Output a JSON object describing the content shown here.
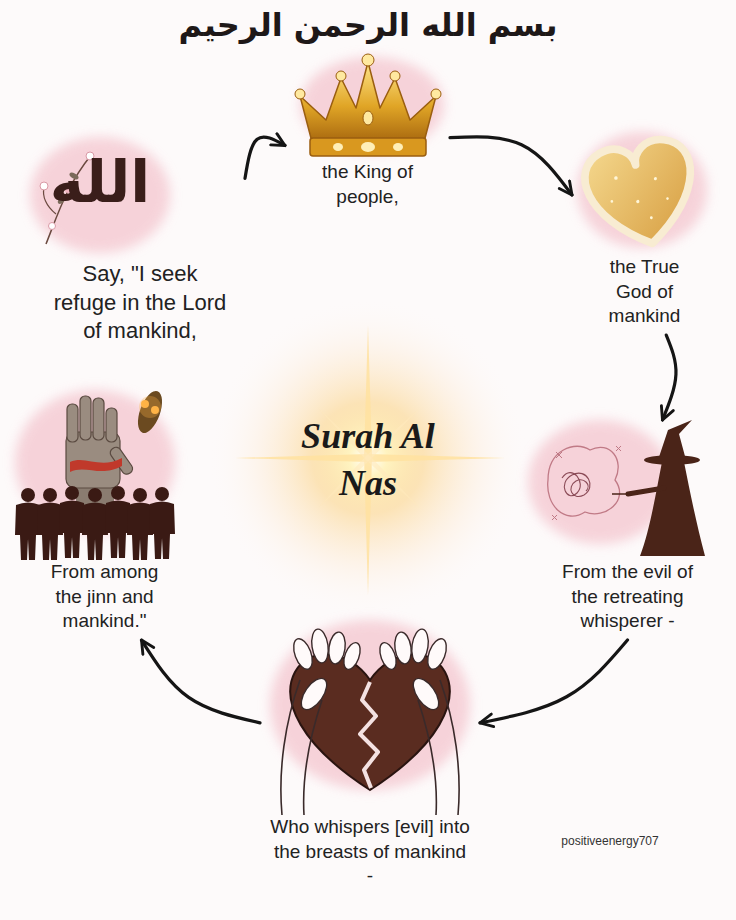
{
  "diagram": {
    "title": "Surah Al Nas",
    "nodes": [
      {
        "text": [
          "Say, \"I seek refuge in the Lord of mankind,"
        ]
      },
      {
        "text": [
          "the King of people,"
        ]
      },
      {
        "text": [
          "the True God of mankind"
        ]
      },
      {
        "text": [
          "From the evil of the retreating whisperer -"
        ]
      },
      {
        "text": [
          "Who whispers [evil] into the breasts of mankind -"
        ]
      },
      {
        "text": [
          "From among the jinn and mankind.\""
        ]
      }
    ],
    "edges": [
      {
        "from": 0,
        "to": 1,
        "arrow": "to"
      },
      {
        "from": 1,
        "to": 2,
        "arrow": "to"
      },
      {
        "from": 2,
        "to": 3,
        "arrow": "to"
      },
      {
        "from": 3,
        "to": 4,
        "arrow": "to"
      },
      {
        "from": 4,
        "to": 5,
        "arrow": "to"
      }
    ],
    "labels": [
      "بسم الله الرحمن الرحيم",
      "الله",
      "positiveenergy707"
    ]
  }
}
